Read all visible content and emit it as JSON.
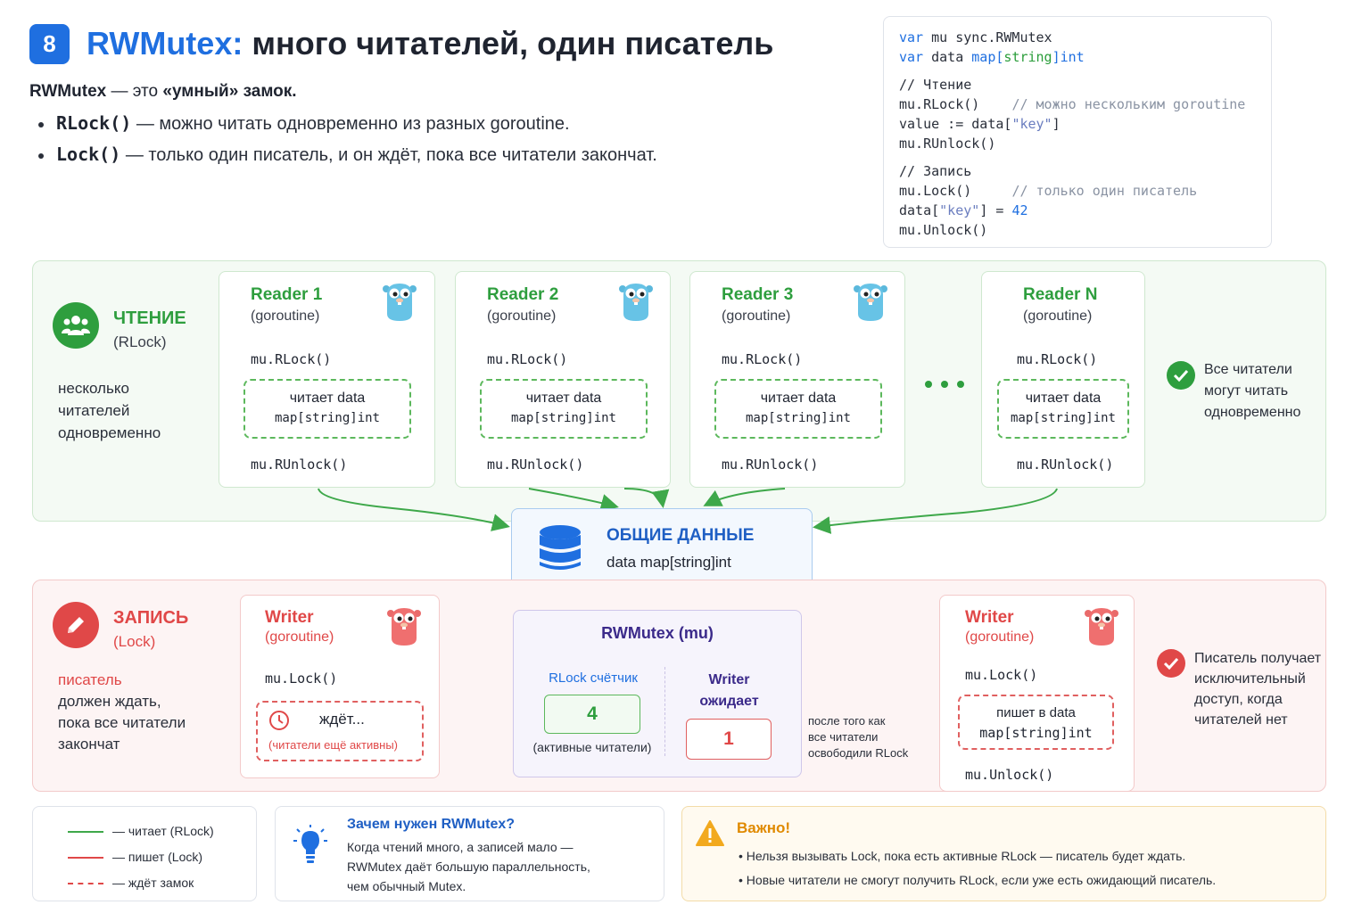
{
  "header": {
    "badge": "8",
    "title_accent": "RWMutex:",
    "title_rest": "много читателей, один писатель",
    "intro_bold": "RWMutex",
    "intro_mid": "— это",
    "intro_bold2": "«умный» замок.",
    "bullets": [
      {
        "kw": "RLock()",
        "text": "— можно читать одновременно из разных goroutine."
      },
      {
        "kw": "Lock()",
        "text": "— только один писатель, и он ждёт, пока все читатели закончат."
      }
    ]
  },
  "code": {
    "l1_kw": "var",
    "l1_rest": " mu sync.RWMutex",
    "l2_kw": "var",
    "l2_mid": " data ",
    "l2_map": "map[",
    "l2_type": "string",
    "l2_close": "]",
    "l2_int": "int",
    "c_read": "// Чтение",
    "l3": "mu.RLock()",
    "l3_c": "// можно нескольким goroutine",
    "l4_a": "value := data[",
    "l4_s": "\"key\"",
    "l4_b": "]",
    "l5": "mu.RUnlock()",
    "c_write": "// Запись",
    "l6": "mu.Lock()",
    "l6_c": "// только один писатель",
    "l7_a": "data[",
    "l7_s": "\"key\"",
    "l7_b": "] = ",
    "l7_n": "42",
    "l8": "mu.Unlock()"
  },
  "reading": {
    "title": "ЧТЕНИЕ",
    "sub": "(RLock)",
    "desc": [
      "несколько",
      "читателей",
      "одновременно"
    ],
    "readers": [
      {
        "title": "Reader 1",
        "sub": "(goroutine)",
        "lock": "mu.RLock()",
        "op1": "читает data",
        "op2": "map[string]int",
        "unlock": "mu.RUnlock()"
      },
      {
        "title": "Reader 2",
        "sub": "(goroutine)",
        "lock": "mu.RLock()",
        "op1": "читает data",
        "op2": "map[string]int",
        "unlock": "mu.RUnlock()"
      },
      {
        "title": "Reader 3",
        "sub": "(goroutine)",
        "lock": "mu.RLock()",
        "op1": "читает data",
        "op2": "map[string]int",
        "unlock": "mu.RUnlock()"
      },
      {
        "title": "Reader N",
        "sub": "(goroutine)",
        "lock": "mu.RLock()",
        "op1": "читает data",
        "op2": "map[string]int",
        "unlock": "mu.RUnlock()"
      }
    ],
    "note": [
      "Все читатели",
      "могут читать",
      "одновременно"
    ]
  },
  "shared": {
    "title": "ОБЩИЕ ДАННЫЕ",
    "sub": "data map[string]int"
  },
  "writing": {
    "title": "ЗАПИСЬ",
    "sub": "(Lock)",
    "desc": [
      "писатель",
      "должен ждать,",
      "пока все читатели",
      "закончат"
    ],
    "writer_wait": {
      "title": "Writer",
      "sub": "(goroutine)",
      "lock": "mu.Lock()",
      "wait": "ждёт...",
      "wait_sub": "(читатели ещё активны)"
    },
    "writer_done": {
      "title": "Writer",
      "sub": "(goroutine)",
      "lock": "mu.Lock()",
      "op1": "пишет в data",
      "op2": "map[string]int",
      "unlock": "mu.Unlock()"
    },
    "after": [
      "после того как",
      "все читатели",
      "освободили RLock"
    ],
    "note": [
      "Писатель получает",
      "исключительный",
      "доступ, когда",
      "читателей нет"
    ]
  },
  "rwmutex": {
    "title": "RWMutex (mu)",
    "rlock_label": "RLock счётчик",
    "rlock_count": "4",
    "rlock_sub": "(активные читатели)",
    "writer_label1": "Writer",
    "writer_label2": "ожидает",
    "writer_count": "1"
  },
  "legend": {
    "read": "— читает (RLock)",
    "write": "— пишет (Lock)",
    "wait": "— ждёт замок"
  },
  "why": {
    "title": "Зачем нужен RWMutex?",
    "lines": [
      "Когда чтений много, а записей мало —",
      "RWMutex даёт большую параллельность,",
      "чем обычный Mutex."
    ]
  },
  "important": {
    "title": "Важно!",
    "items": [
      "Нельзя вызывать Lock, пока есть активные RLock — писатель будет ждать.",
      "Новые читатели не смогут получить RLock, если уже есть ожидающий писатель."
    ]
  },
  "colors": {
    "blue": "#1f6fe0",
    "green": "#2e9e3e",
    "red": "#e04848",
    "purple": "#3b2a8a",
    "orange": "#e08a00"
  },
  "icons": [
    "users-icon",
    "pencil-icon",
    "gopher-icon",
    "database-icon",
    "lock-icon",
    "clock-icon",
    "check-icon",
    "lightbulb-icon",
    "warning-icon"
  ]
}
